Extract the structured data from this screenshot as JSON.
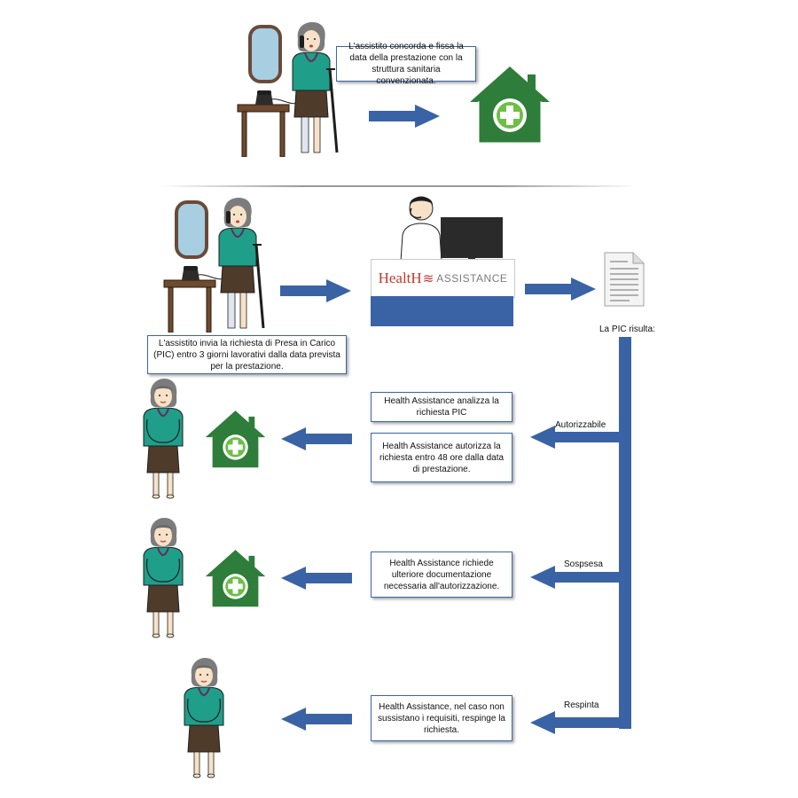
{
  "step1": {
    "text": "L'assistito concorda e fissa la data della prestazione con la struttura sanitaria convenzionata."
  },
  "step2": {
    "text": "L'assistito invia la richiesta di Presa in Carico (PIC) entro 3 giorni lavorativi dalla data prevista per la prestazione."
  },
  "desk": {
    "logo_part1": "HealtH",
    "logo_part2": "ASSISTANCE"
  },
  "outcome_label": "La PIC risulta:",
  "branches": [
    {
      "label": "Autorizzabile",
      "boxes": [
        "Health Assistance  analizza la richiesta PIC",
        "Health Assistance autorizza la richiesta entro 48 ore dalla data di prestazione."
      ]
    },
    {
      "label": "Sospsesa",
      "boxes": [
        "Health Assistance richiede ulteriore documentazione necessaria all'autorizzazione."
      ]
    },
    {
      "label": "Respinta",
      "boxes": [
        "Health Assistance, nel caso non sussistano i requisiti, respinge la richiesta."
      ]
    }
  ],
  "colors": {
    "arrow_blue": "#3a63a5",
    "house_green": "#2e7d3a",
    "shirt_teal": "#1f9e8a"
  }
}
